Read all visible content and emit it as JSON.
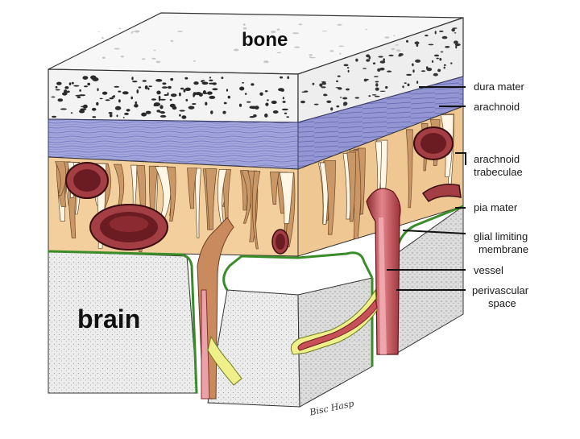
{
  "diagram": {
    "title_top": "bone",
    "title_bottom": "brain",
    "signature": "Bisc Hasp",
    "labels": {
      "dura_mater": "dura mater",
      "arachnoid": "arachnoid",
      "arachnoid_trabeculae_1": "arachnoid",
      "arachnoid_trabeculae_2": "trabeculae",
      "pia_mater": "pia mater",
      "glial_1": "glial limiting",
      "glial_2": "membrane",
      "vessel": "vessel",
      "perivascular_1": "perivascular",
      "perivascular_2": "space"
    },
    "colors": {
      "bone": "#f4f4f4",
      "bone_pore": "#2a2a2a",
      "dura": "#9c9fd8",
      "arachnoid_space": "#f3cf9d",
      "trabeculae": "#c99866",
      "pia": "#3a8c2a",
      "brain": "#e9e9e9",
      "vessel_outer": "#b64a4a",
      "vessel_inner": "#e8939a",
      "vessel_dark": "#6b1c22",
      "glia_yellow": "#e5e84a"
    }
  }
}
